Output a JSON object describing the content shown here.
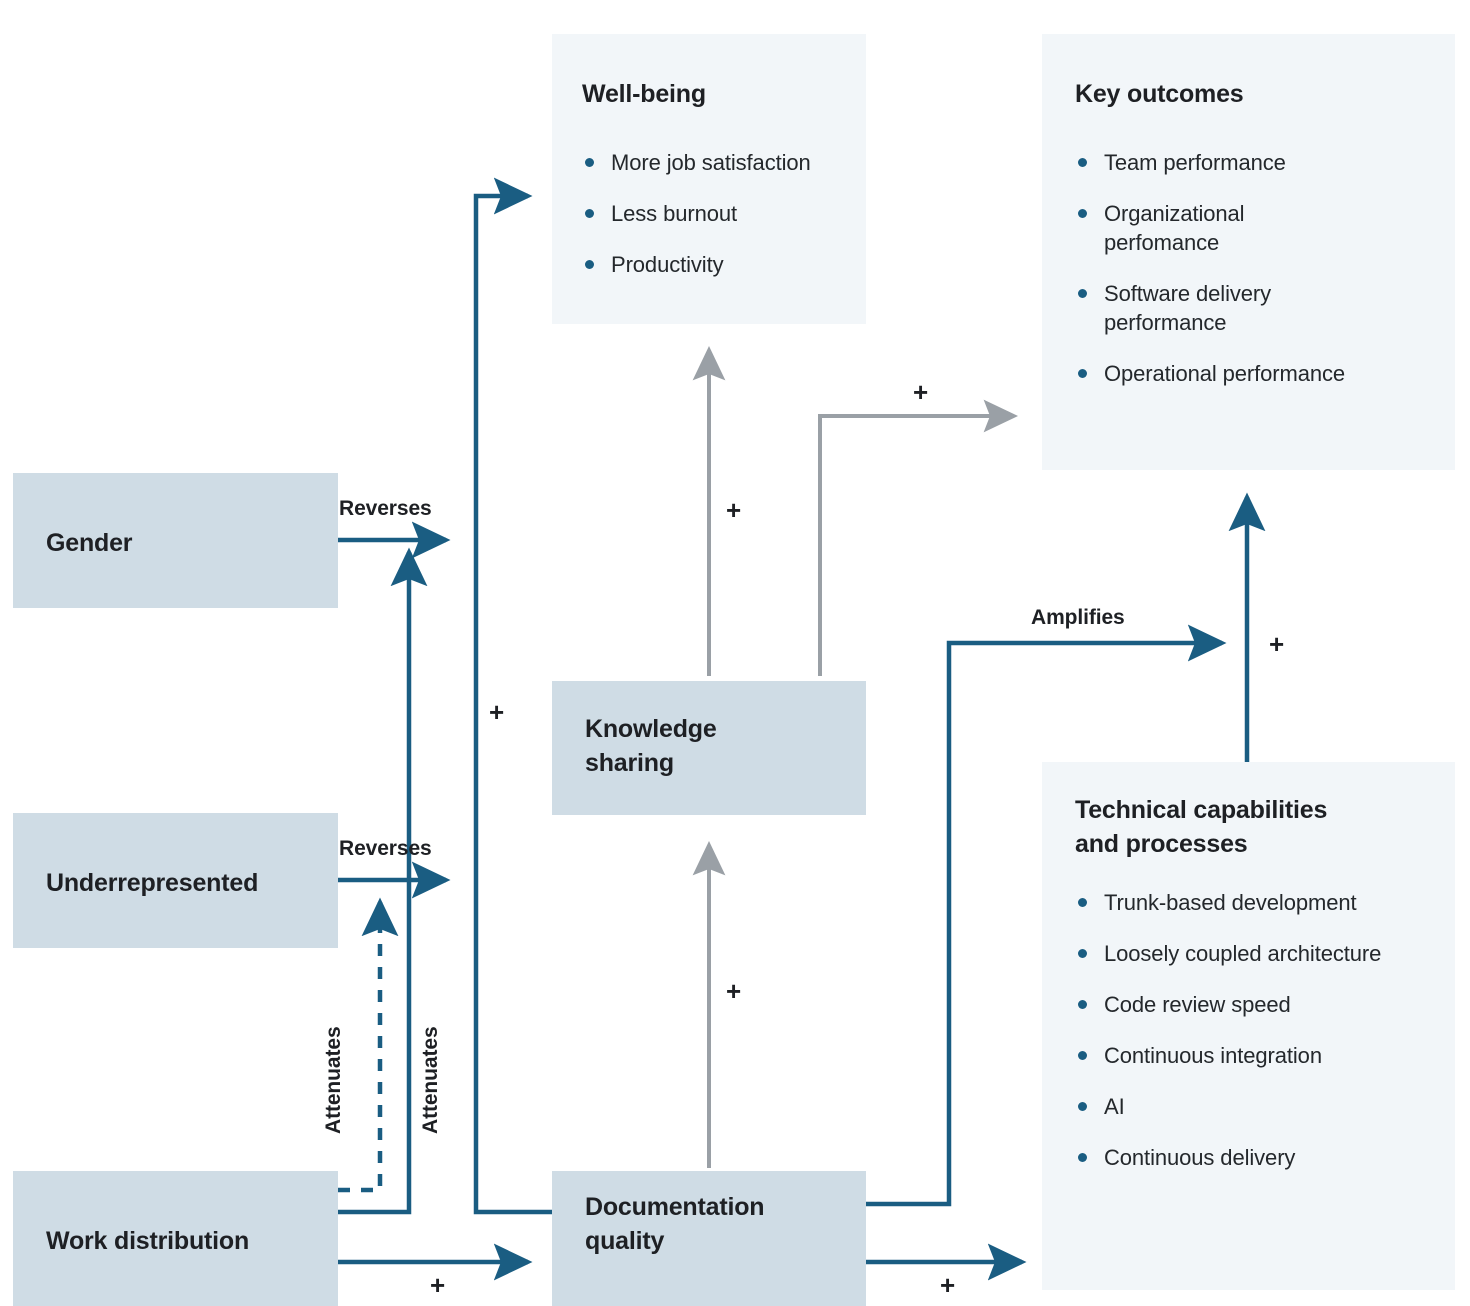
{
  "diagram": {
    "title": "Documentation quality causal model",
    "colors": {
      "node_fill": "#cfdce5",
      "panel_fill": "#f2f6f9",
      "arrow_blue": "#1a5d82",
      "arrow_gray": "#9aa0a6",
      "bullet_dot": "#1a5d82",
      "text": "#1e2024"
    },
    "nodes": {
      "gender": {
        "label": "Gender"
      },
      "underrepresented": {
        "label": "Underrepresented"
      },
      "work_distribution": {
        "label": "Work distribution"
      },
      "knowledge_sharing": {
        "label": "Knowledge\nsharing"
      },
      "knowledge_sharing_line1": "Knowledge",
      "knowledge_sharing_line2": "sharing",
      "documentation_quality_line1": "Documentation",
      "documentation_quality_line2": "quality"
    },
    "panels": {
      "wellbeing": {
        "title": "Well-being",
        "items": [
          "More job satisfaction",
          "Less burnout",
          "Productivity"
        ]
      },
      "key_outcomes": {
        "title": "Key outcomes",
        "items": [
          "Team performance",
          "Organizational perfomance",
          "Software delivery performance",
          "Operational performance"
        ]
      },
      "technical_capabilities": {
        "title_line1": "Technical capabilities",
        "title_line2": "and processes",
        "items": [
          "Trunk-based development",
          "Loosely coupled architecture",
          "Code review speed",
          "Continuous integration",
          "AI",
          "Continuous delivery"
        ]
      }
    },
    "edge_labels": {
      "reverses_gender": "Reverses",
      "reverses_underrepresented": "Reverses",
      "attenuates_dashed": "Attenuates",
      "attenuates_solid": "Attenuates",
      "amplifies": "Amplifies"
    },
    "signs": {
      "doc_to_wellbeing": "+",
      "ks_to_wellbeing": "+",
      "ks_to_outcomes": "+",
      "doc_to_ks": "+",
      "tech_to_outcomes": "+",
      "work_to_doc": "+",
      "doc_to_tech": "+"
    }
  }
}
